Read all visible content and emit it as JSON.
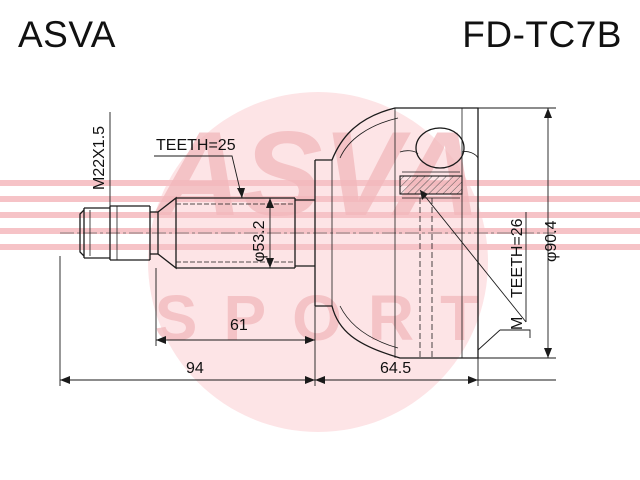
{
  "header": {
    "brand": "ASVA",
    "part_number": "FD-TC7B"
  },
  "watermark": {
    "top_text": "ASVA",
    "bottom_text": "SPORT",
    "color": "#f2b8bc"
  },
  "dimensions": {
    "thread": "M22X1.5",
    "teeth_outer": "TEETH=25",
    "shaft_diameter": "φ53.2",
    "length_shaft": "61",
    "length_total": "94",
    "length_housing": "64.5",
    "teeth_inner": "TEETH=26",
    "housing_diameter": "φ90.4",
    "thread_marker": "M"
  },
  "colors": {
    "line": "#1a1a1a",
    "hatch": "#555555"
  }
}
